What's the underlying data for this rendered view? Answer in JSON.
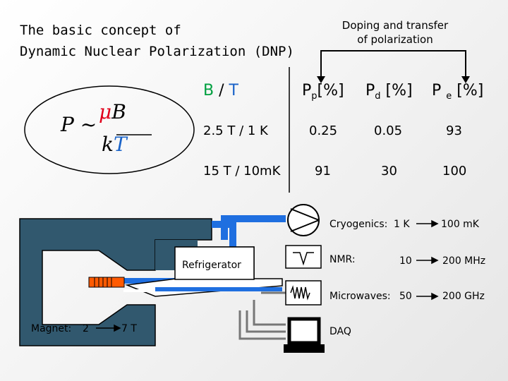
{
  "title": {
    "line1": "The basic concept of",
    "line2": "Dynamic Nuclear Polarization (DNP)"
  },
  "doping_label": {
    "line1": "Doping and transfer",
    "line2": "of polarization"
  },
  "formula": {
    "lhs": "P ~",
    "mu": "μ",
    "B": "B",
    "k": "k",
    "T": "T"
  },
  "table": {
    "header": {
      "B": "B",
      "sep": "/",
      "T": "T",
      "pp_main": "P",
      "pp_sub": "p",
      "pp_unit": "[%]",
      "pd_main": "P",
      "pd_sub": "d",
      "pd_unit": "[%]",
      "pe_main": "P",
      "pe_sub": "e",
      "pe_unit": "[%]"
    },
    "rows": [
      {
        "cond": "2.5 T / 1 K",
        "pp": "0.25",
        "pd": "0.05",
        "pe": "93"
      },
      {
        "cond": "15 T / 10mK",
        "pp": "91",
        "pd": "30",
        "pe": "100"
      }
    ]
  },
  "setup": {
    "refrigerator": "Refrigerator",
    "magnet_label": "Magnet:",
    "magnet_from": "2",
    "magnet_to": "7 T",
    "cryogenics_label": "Cryogenics:",
    "cryogenics_from": "1 K",
    "cryogenics_to": "100 mK",
    "nmr_label": "NMR:",
    "nmr_from": "10",
    "nmr_to": "200 MHz",
    "microwaves_label": "Microwaves:",
    "microwaves_from": "50",
    "microwaves_to": "200 GHz",
    "daq_label": "DAQ"
  },
  "colors": {
    "blue_pipe": "#1f6fe0",
    "magnet_fill": "#31586e",
    "green": "#00a040",
    "red": "#e0001b"
  }
}
